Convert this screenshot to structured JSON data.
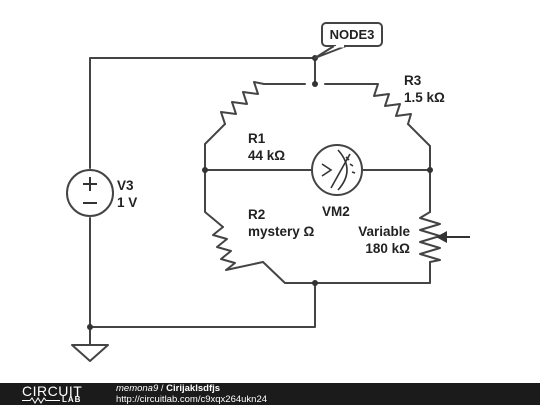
{
  "node_label": "NODE3",
  "components": {
    "v3": {
      "name": "V3",
      "value": "1 V"
    },
    "r1": {
      "name": "R1",
      "value": "44 kΩ"
    },
    "r2": {
      "name": "R2",
      "value": "mystery Ω"
    },
    "r3": {
      "name": "R3",
      "value": "1.5 kΩ"
    },
    "vm2": {
      "name": "VM2"
    },
    "variable": {
      "name": "Variable",
      "value": "180 kΩ"
    }
  },
  "footer": {
    "logo": "CIRCUIT",
    "logo_sub": "LAB",
    "author": "memona9",
    "separator": " / ",
    "project": "Cirijaklsdfjs",
    "url": "http://circuitlab.com/c9xqx264ukn24"
  }
}
